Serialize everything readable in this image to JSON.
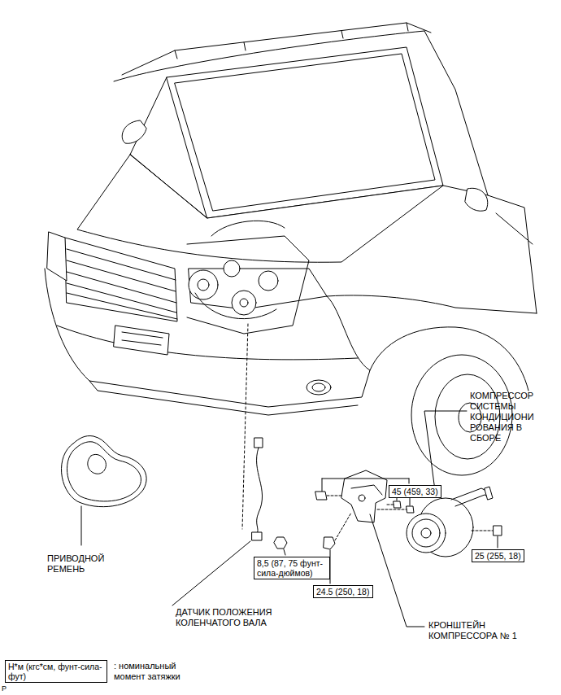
{
  "diagram": {
    "nodes": [
      {
        "text": [
          "45 (459, 33)"
        ]
      },
      {
        "text": [
          "25 (255, 18)"
        ]
      },
      {
        "text": [
          "8,5 (87, 75 фунт-сила-дюймов)"
        ]
      },
      {
        "text": [
          "24.5 (250, 18)"
        ]
      },
      {
        "text": [
          "Н*м (кгс*см, фунт-сила-фут)"
        ]
      }
    ],
    "labels": [
      "КОМПРЕССОР СИСТЕМЫ КОНДИЦИОНИ РОВАНИЯ В СБОРЕ",
      "ПРИВОДНОЙ РЕМЕНЬ",
      "ДАТЧИК ПОЛОЖЕНИЯ КОЛЕНЧАТОГО ВАЛА",
      "КРОНШТЕЙН КОМПРЕССОРА № 1",
      ": номинальный момент затяжки",
      "P"
    ]
  }
}
